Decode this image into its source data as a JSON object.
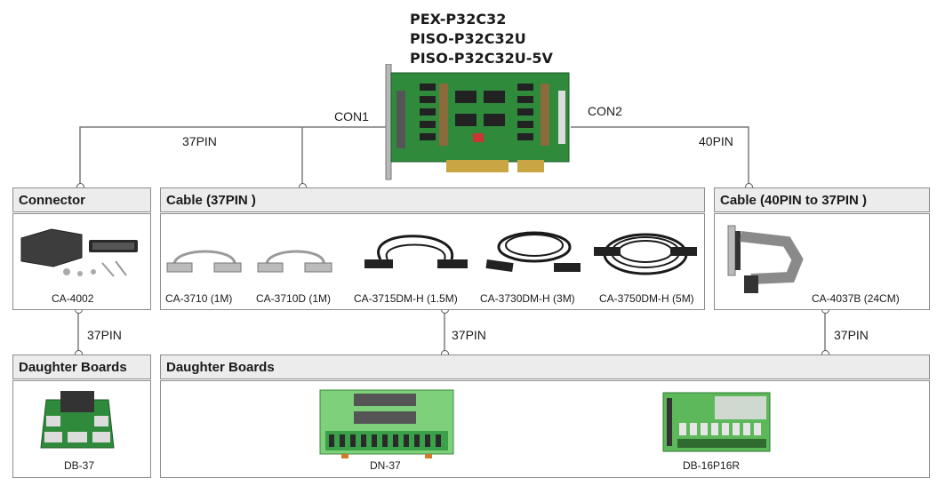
{
  "products": [
    "PEX-P32C32",
    "PISO-P32C32U",
    "PISO-P32C32U-5V"
  ],
  "connectors": {
    "con1": "CON1",
    "con2": "CON2"
  },
  "pins": {
    "con1_pin": "37PIN",
    "con2_pin": "40PIN",
    "left_pin": "37PIN",
    "mid_pin": "37PIN",
    "right_pin": "37PIN"
  },
  "sections": {
    "connector": "Connector",
    "cable37": "Cable (37PIN )",
    "cable40": "Cable (40PIN  to 37PIN )",
    "daughter_left": "Daughter Boards",
    "daughter_main": "Daughter Boards"
  },
  "items": {
    "ca4002": "CA-4002",
    "ca3710": "CA-3710 (1M)",
    "ca3710d": "CA-3710D (1M)",
    "ca3715": "CA-3715DM-H (1.5M)",
    "ca3730": "CA-3730DM-H (3M)",
    "ca3750": "CA-3750DM-H (5M)",
    "ca4037b": "CA-4037B (24CM)",
    "db37": "DB-37",
    "dn37": "DN-37",
    "db16p16r": "DB-16P16R"
  },
  "colors": {
    "pcb": "#2f8a3c",
    "header_bg": "#ececec",
    "border": "#8c8c8c",
    "line": "#7a7a7a",
    "cable": "#1a1a1a",
    "grey_cable": "#9a9a9a"
  }
}
